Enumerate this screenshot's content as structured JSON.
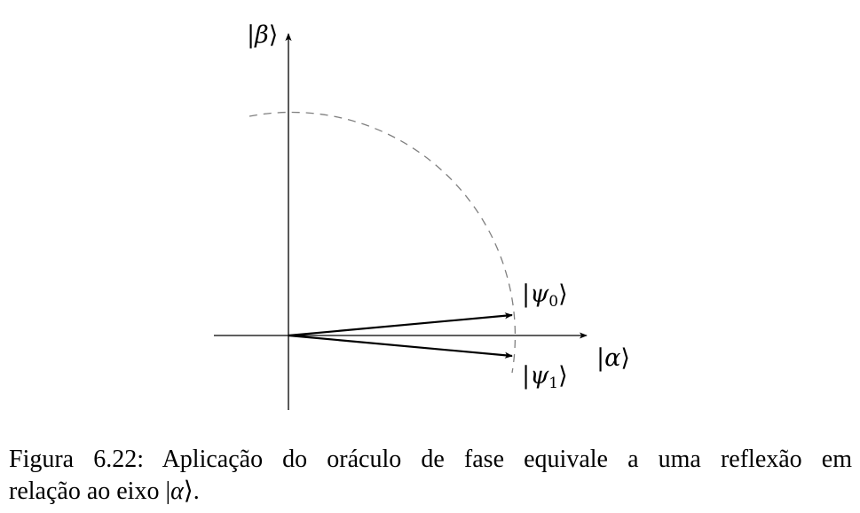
{
  "figure": {
    "axes": {
      "x_label": "α",
      "y_label": "β"
    },
    "vectors": [
      {
        "symbol": "ψ",
        "subscript": "0"
      },
      {
        "symbol": "ψ",
        "subscript": "1"
      }
    ],
    "stroke_color": "#000000",
    "arc_color": "#808080"
  },
  "caption": {
    "line1": "Figura 6.22: Aplicação do oráculo de fase equivale a uma reflexão em",
    "line2_prefix": "relação ao eixo ",
    "line2_symbol": "α",
    "line2_suffix": "."
  }
}
